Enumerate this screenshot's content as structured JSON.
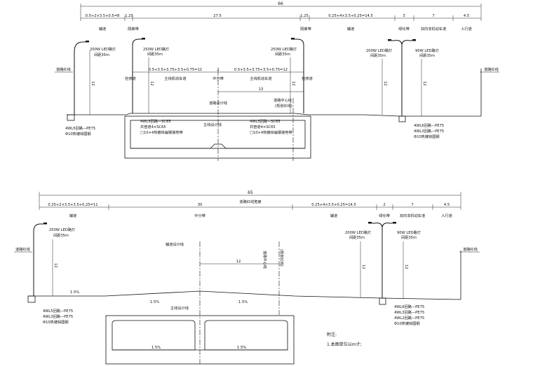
{
  "section1": {
    "total_width": "66",
    "dims": {
      "left_lanes": "0.5+2×3.5+0.5=8",
      "left_median": "1.25",
      "middle": "27.5",
      "right_median": "1.25",
      "right_lanes": "0.25+4×3.5+0.25=14.5",
      "green": "3",
      "bike": "7",
      "walk": "4.5"
    },
    "under": {
      "left_road": "辅道",
      "left_median": "隔离带",
      "right_median": "隔离带",
      "right_road": "辅道",
      "green": "绿化带",
      "bike": "双向非机动车道",
      "walk": "人行道"
    },
    "lights": {
      "left_side": [
        "200W LED路灯",
        "间距35m"
      ],
      "left_mid": [
        "250W LED路灯",
        "间距35m"
      ],
      "right_mid": [
        "250W LED路灯",
        "间距35m"
      ],
      "right_a": [
        "200W LED路灯",
        "间距35m"
      ],
      "right_b": [
        "90W LED路灯",
        "间距35m"
      ]
    },
    "pole_height": "12",
    "tunnel_dims": [
      "0.5+3.5+3.75+3.5+0.75=12",
      "2",
      "0.5+3.5+3.75+3.5+0.75=12"
    ],
    "tunnel_labels": {
      "left": "主线机动车道",
      "mid": "中分带",
      "right": "主线机动车道",
      "left_edge": "检修道",
      "right_edge": "检修道"
    },
    "dim_13": "13",
    "road_edge": "道路红线",
    "road_center": [
      "道路中心线",
      "(规划红线)"
    ],
    "design_line": "道路设计线",
    "main_design": "主线设计线",
    "tunnel_cable_left": [
      "4WL3回路—SC65",
      "共管道4×SC65",
      "□10×4热镀锌扁钢接地带"
    ],
    "tunnel_cable_right": [
      "4WL3回路—SC65",
      "共管道4×SC65",
      "□10×4热镀锌扁钢接地带"
    ],
    "cable_left": [
      "4WL5回路—PE75",
      "Φ10热镀锌圆钢"
    ],
    "cable_right": [
      "4WL6回路—PE75",
      "4WL3回路—PE75",
      "Φ10热镀锌圆钢"
    ]
  },
  "section2": {
    "total_width": "65",
    "total_label": "道路红线宽度",
    "dims": {
      "left_lanes": "0.25+2×3.5+3.5+0.25=11",
      "middle": "30",
      "right_lanes": "0.25+4×3.5+0.25=14.5",
      "green": "2",
      "bike": "7",
      "walk": "4.5"
    },
    "under": {
      "left_road": "辅道",
      "middle": "中分带",
      "right_road": "辅道",
      "green": "绿化带",
      "bike": "双向非机动车道",
      "walk": "人行道"
    },
    "lights": {
      "left": [
        "250W LED路灯",
        "间距35m"
      ],
      "right_a": [
        "200W LED路灯",
        "间距35m"
      ],
      "right_b": [
        "90W LED路灯",
        "间距35m"
      ]
    },
    "pole_height": "12",
    "road_edge": "道路红线",
    "design_line": "辅道设计线",
    "road_center": "道路中心线",
    "plan_redline": "(规划红线)",
    "main_design": "主线设计线",
    "dim_12": "12",
    "slopes": [
      "1.5%",
      "1.5%",
      "1.5%",
      "1.5%",
      "1.5%"
    ],
    "cable_left": [
      "4WL5回路—PE75",
      "4WL3回路—PE75",
      "Φ10热镀锌圆钢"
    ],
    "cable_right": [
      "4WL6回路—PE75",
      "4WL3回路—PE75",
      "4WL2回路—PE75",
      "Φ10热镀锌圆钢"
    ]
  },
  "notes": {
    "title": "附注:",
    "items": [
      "1.本图单位以m计;"
    ]
  }
}
